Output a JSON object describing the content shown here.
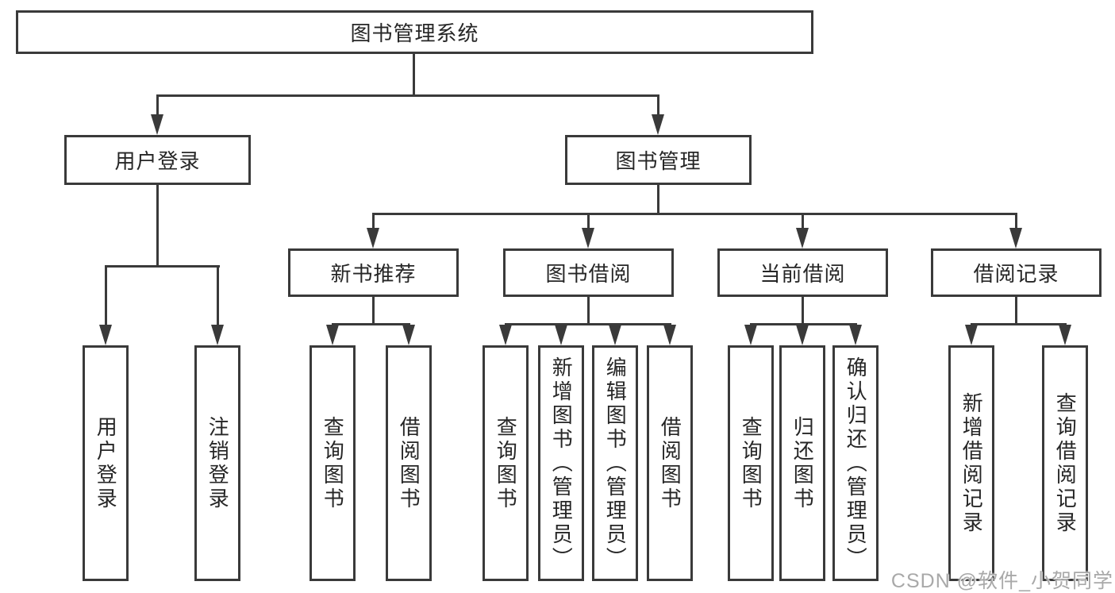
{
  "diagram_title": "图书管理系统",
  "tree": {
    "label": "图书管理系统",
    "children": [
      {
        "label": "用户登录",
        "children": [
          {
            "label": "用户登录"
          },
          {
            "label": "注销登录"
          }
        ]
      },
      {
        "label": "图书管理",
        "children": [
          {
            "label": "新书推荐",
            "children": [
              {
                "label": "查询图书"
              },
              {
                "label": "借阅图书"
              }
            ]
          },
          {
            "label": "图书借阅",
            "children": [
              {
                "label": "查询图书"
              },
              {
                "label": "新增图书（管理员）"
              },
              {
                "label": "编辑图书（管理员）"
              },
              {
                "label": "借阅图书"
              }
            ]
          },
          {
            "label": "当前借阅",
            "children": [
              {
                "label": "查询图书"
              },
              {
                "label": "归还图书"
              },
              {
                "label": "确认归还（管理员）"
              }
            ]
          },
          {
            "label": "借阅记录",
            "children": [
              {
                "label": "新增借阅记录"
              },
              {
                "label": "查询借阅记录"
              }
            ]
          }
        ]
      }
    ]
  },
  "watermark": {
    "text": "CSDN @软件_小贺同学"
  },
  "colors": {
    "line": "#3a3a3a",
    "text": "#262626",
    "watermark_text": "#a9a9a9",
    "background": "#ffffff"
  }
}
